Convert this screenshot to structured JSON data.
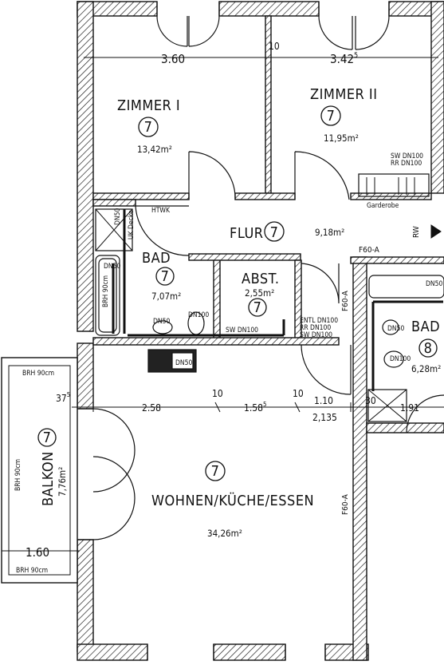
{
  "rooms": {
    "zimmer1": {
      "name": "ZIMMER I",
      "number": "7",
      "area": "13,42m²"
    },
    "zimmer2": {
      "name": "ZIMMER II",
      "number": "7",
      "area": "11,95m²"
    },
    "flur": {
      "name": "FLUR",
      "number": "7",
      "area": "9,18m²"
    },
    "bad": {
      "name": "BAD",
      "number": "7",
      "area": "7,07m²"
    },
    "abst": {
      "name": "ABST.",
      "number": "7",
      "area": "2,55m²"
    },
    "bad2": {
      "name": "BAD",
      "number": "8",
      "area": "6,28m²"
    },
    "wohnen": {
      "name": "WOHNEN/KÜCHE/ESSEN",
      "number": "7",
      "area": "34,26m²"
    },
    "balkon": {
      "name": "BALKON",
      "number": "7",
      "area": "7,76m²"
    }
  },
  "dimensions": {
    "top_left": "3.60",
    "top_mid": "10",
    "top_right": "3.42",
    "top_right_sup": "5",
    "mid_first_base": "37",
    "mid_first_sup": "5",
    "mid_a": "2.58",
    "mid_b": "10",
    "mid_c_base": "1.58",
    "mid_c_sup": "5",
    "mid_d": "10",
    "mid_e": "1.10",
    "mid_f": "2,135",
    "mid_g": "30",
    "mid_h": "1.91",
    "balcony_width": "1.60"
  },
  "annotations": {
    "htwk": "HTWK",
    "garderobe": "Garderobe",
    "rw": "RW",
    "f60a": "F60-A",
    "brh90": "BRH 90cm",
    "sw_dn100": "SW DN100",
    "rr_dn100": "RR DN100",
    "entl_dn100": "ENTL DN100",
    "dn50": "DN50",
    "dn100": "DN100",
    "uk_decke": "UK Decke"
  }
}
